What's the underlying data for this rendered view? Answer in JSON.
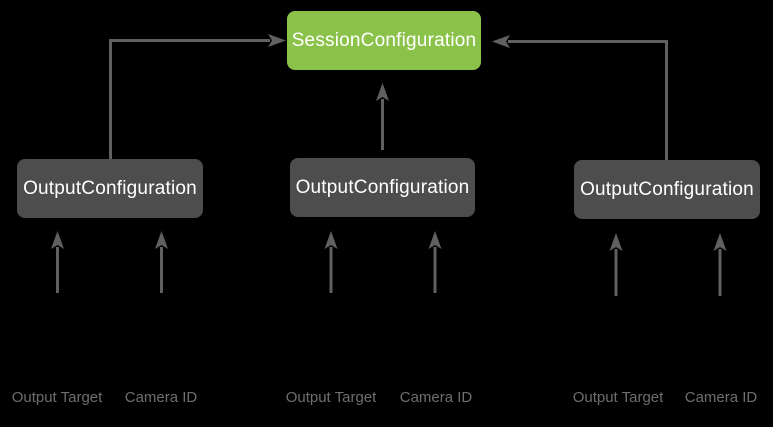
{
  "colors": {
    "background": "#000000",
    "accent_green": "#8BC34A",
    "box_gray": "#4D4D4D",
    "connector_gray": "#606060",
    "label_gray": "#6E6E6E",
    "box_text": "#FFFFFF"
  },
  "diagram": {
    "session_box": {
      "label": "SessionConfiguration"
    },
    "output_boxes": [
      {
        "label": "OutputConfiguration"
      },
      {
        "label": "OutputConfiguration"
      },
      {
        "label": "OutputConfiguration"
      }
    ],
    "port_labels": [
      {
        "label": "Output Target"
      },
      {
        "label": "Camera ID"
      },
      {
        "label": "Output Target"
      },
      {
        "label": "Camera ID"
      },
      {
        "label": "Output Target"
      },
      {
        "label": "Camera ID"
      }
    ],
    "icons": {
      "up_arrow": "↑",
      "right_arrow": "→",
      "left_arrow": "←"
    }
  }
}
